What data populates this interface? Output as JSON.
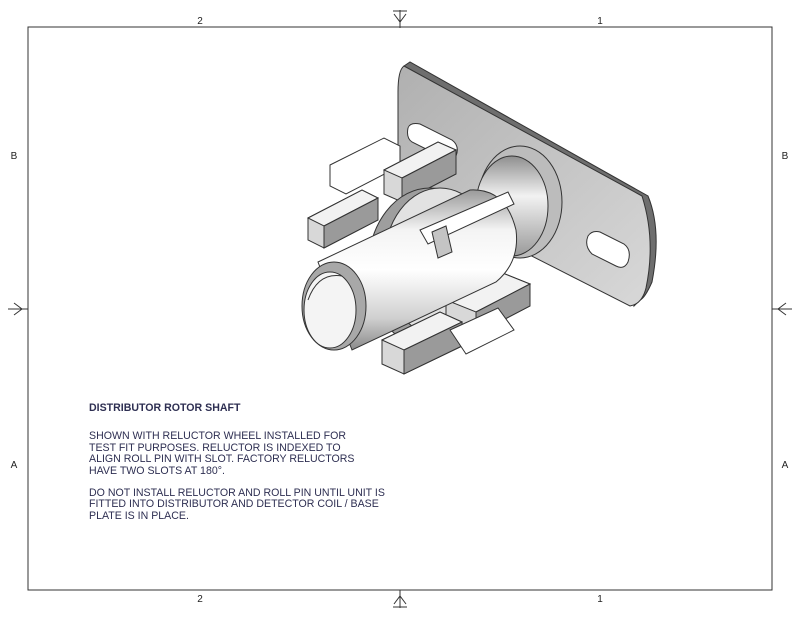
{
  "border": {
    "top_columns": [
      "2",
      "1"
    ],
    "bottom_columns": [
      "2",
      "1"
    ],
    "left_rows": [
      "B",
      "A"
    ],
    "right_rows": [
      "B",
      "A"
    ]
  },
  "notes": {
    "title": "DISTRIBUTOR ROTOR SHAFT",
    "paragraph_1": [
      "SHOWN WITH RELUCTOR WHEEL INSTALLED FOR",
      "TEST FIT PURPOSES. RELUCTOR IS INDEXED TO",
      "ALIGN ROLL PIN WITH SLOT. FACTORY RELUCTORS",
      "HAVE TWO SLOTS AT 180°."
    ],
    "paragraph_2": [
      "DO NOT INSTALL RELUCTOR AND ROLL PIN UNTIL UNIT IS",
      "FITTED INTO DISTRIBUTOR AND DETECTOR COIL / BASE",
      "PLATE IS IN PLACE."
    ]
  }
}
